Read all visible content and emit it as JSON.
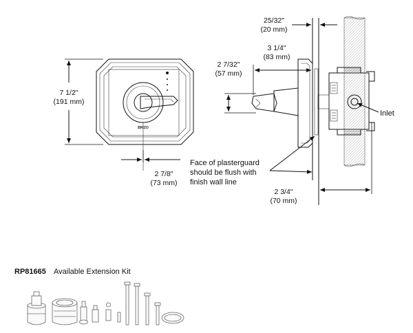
{
  "front_view": {
    "height_in": "7 1/2\"",
    "height_mm": "(191 mm)",
    "width_in": "2 7/8\"",
    "width_mm": "(73 mm)",
    "brand": "BRIZO"
  },
  "side_view": {
    "dim_top_in": "25/32\"",
    "dim_top_mm": "(20 mm)",
    "dim_depth_in": "3 1/4\"",
    "dim_depth_mm": "(83 mm)",
    "dim_height_in": "2 7/32\"",
    "dim_height_mm": "(57 mm)",
    "dim_bottom_in": "2 3/4\"",
    "dim_bottom_mm": "(70 mm)",
    "inlet_label": "Inlet",
    "note_lines": [
      "Face of plasterguard",
      "should be flush with",
      "finish wall line"
    ]
  },
  "kit": {
    "code": "RP81665",
    "title": "Available Extension Kit"
  }
}
